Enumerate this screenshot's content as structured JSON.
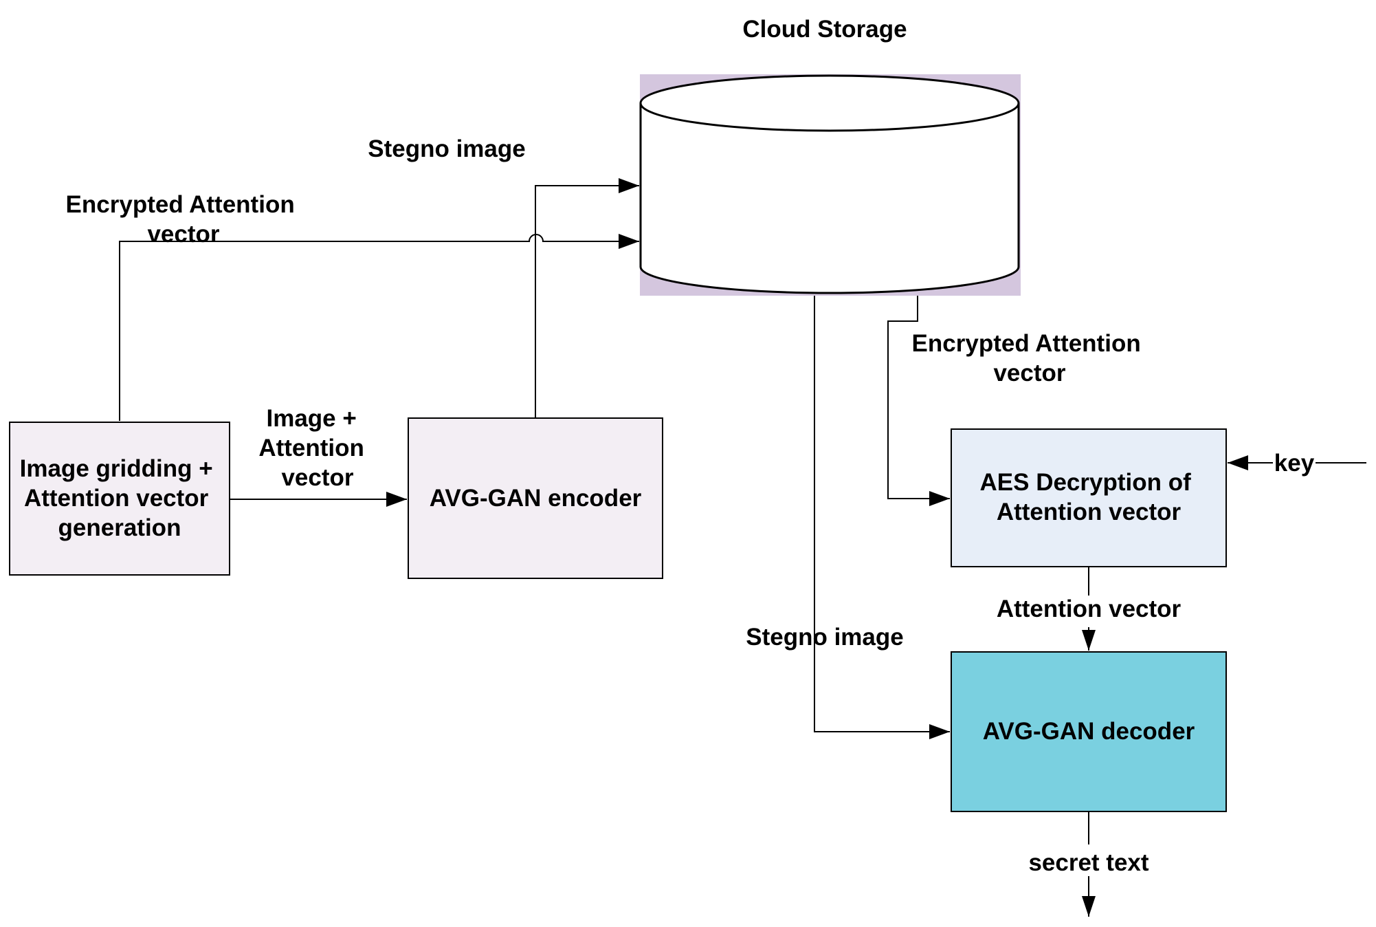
{
  "title": "Cloud Storage",
  "boxes": {
    "gridding": {
      "lines": [
        "Image gridding +",
        "Attention vector",
        "generation"
      ],
      "fill": "#f3eef4"
    },
    "encoder": {
      "lines": [
        "AVG-GAN encoder"
      ],
      "fill": "#f3eef4"
    },
    "decryption": {
      "lines": [
        "AES Decryption of",
        "Attention vector"
      ],
      "fill": "#e7eef8"
    },
    "decoder": {
      "lines": [
        "AVG-GAN decoder"
      ],
      "fill": "#7ad0e0"
    }
  },
  "storage": {
    "highlight": "#d4c6de"
  },
  "labels": {
    "stegno_top": "Stegno image",
    "enc_att_top": [
      "Encrypted Attention",
      "vector"
    ],
    "image_att": [
      "Image +",
      "Attention",
      "vector"
    ],
    "enc_att_right": [
      "Encrypted Attention",
      "vector"
    ],
    "key": "key",
    "attention_vector": "Attention vector",
    "stegno_bottom": "Stegno image",
    "secret_text": "secret text"
  }
}
